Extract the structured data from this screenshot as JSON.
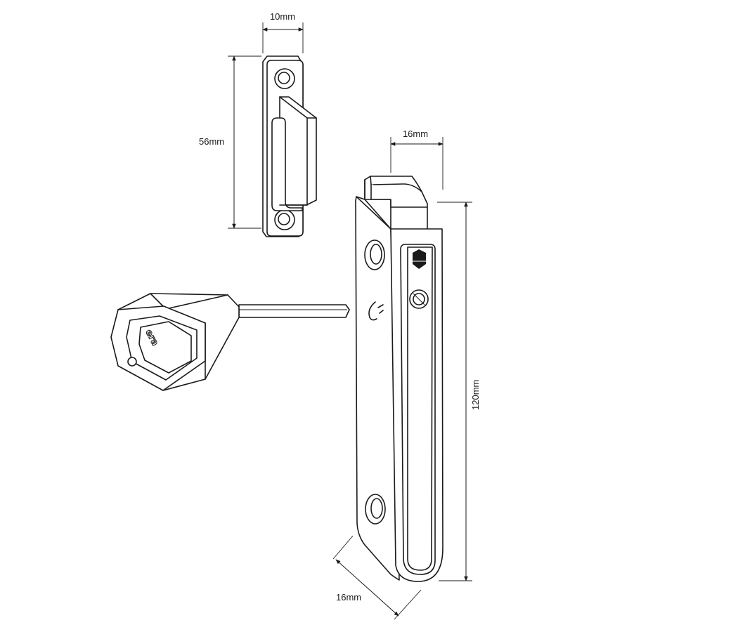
{
  "dimensions": {
    "keep_width": "10mm",
    "keep_height": "56mm",
    "bolt_width": "16mm",
    "body_height": "120mm",
    "body_depth": "16mm"
  },
  "key_logo": "era"
}
